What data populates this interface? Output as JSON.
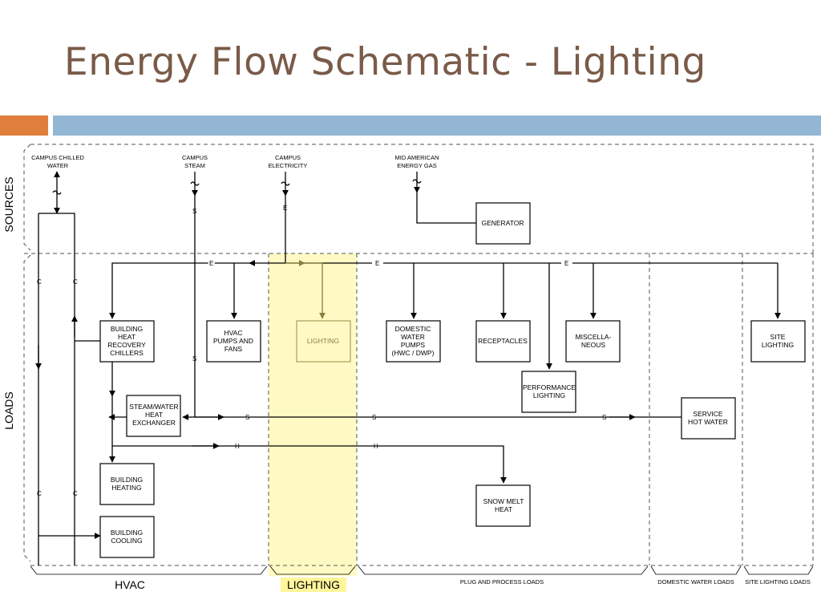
{
  "title": "Energy Flow Schematic - Lighting",
  "colors": {
    "title": "#7a5a48",
    "accent_orange": "#e07f3c",
    "accent_blue": "#93b6d4",
    "highlight": "#fffac4",
    "highlight_label": "#fff59a",
    "muted_box": "#a89c5a"
  },
  "sections": {
    "sources": "SOURCES",
    "loads": "LOADS"
  },
  "sources": {
    "chilled_water": [
      "CAMPUS CHILLED",
      "WATER"
    ],
    "steam": [
      "CAMPUS",
      "STEAM"
    ],
    "electricity": [
      "CAMPUS",
      "ELECTRICITY"
    ],
    "gas": [
      "MID AMERICAN",
      "ENERGY GAS"
    ]
  },
  "boxes": {
    "generator": [
      "GENERATOR"
    ],
    "chillers": [
      "BUILDING",
      "HEAT",
      "RECOVERY",
      "CHILLERS"
    ],
    "hvac_pumps": [
      "HVAC",
      "PUMPS AND",
      "FANS"
    ],
    "lighting": [
      "LIGHTING"
    ],
    "domestic_pumps": [
      "DOMESTIC",
      "WATER",
      "PUMPS",
      "(HWC / DWP)"
    ],
    "receptacles": [
      "RECEPTACLES"
    ],
    "miscellaneous": [
      "MISCELLA-",
      "NEOUS"
    ],
    "site_lighting": [
      "SITE",
      "LIGHTING"
    ],
    "performance_lighting": [
      "PERFORMANCE",
      "LIGHTING"
    ],
    "steam_exchanger": [
      "STEAM/WATER",
      "HEAT",
      "EXCHANGER"
    ],
    "service_hot_water": [
      "SERVICE",
      "HOT WATER"
    ],
    "building_heating": [
      "BUILDING",
      "HEATING"
    ],
    "snow_melt": [
      "SNOW MELT",
      "HEAT"
    ],
    "building_cooling": [
      "BUILDING",
      "COOLING"
    ]
  },
  "line_letters": {
    "electric": "E",
    "steam": "S",
    "heat": "H",
    "chilled": "C"
  },
  "categories": {
    "hvac": "HVAC",
    "lighting": "LIGHTING",
    "plug": "PLUG AND PROCESS LOADS",
    "domestic": "DOMESTIC WATER LOADS",
    "site": "SITE LIGHTING LOADS"
  }
}
